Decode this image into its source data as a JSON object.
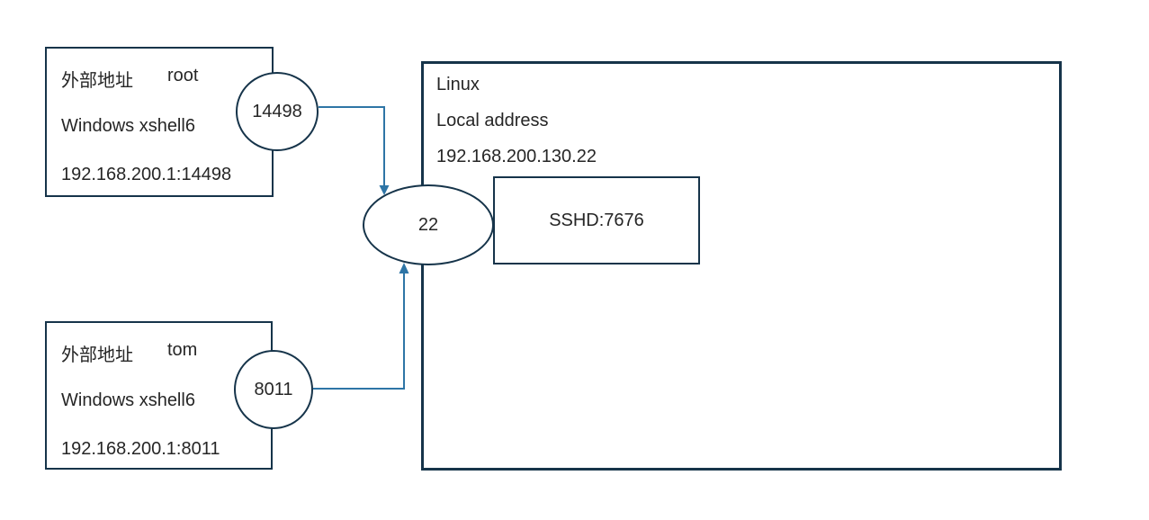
{
  "diagram": {
    "clients": [
      {
        "label_cn": "外部地址",
        "user": "root",
        "platform": "Windows xshell6",
        "address": "192.168.200.1:14498",
        "port_badge": "14498"
      },
      {
        "label_cn": "外部地址",
        "user": "tom",
        "platform": "Windows xshell6",
        "address": "192.168.200.1:8011",
        "port_badge": "8011"
      }
    ],
    "server": {
      "os": "Linux",
      "address_label": "Local address",
      "address": "192.168.200.130.22",
      "listen_port": "22",
      "daemon": "SSHD:7676"
    },
    "connections": [
      {
        "from_port": "14498",
        "to_port": "22"
      },
      {
        "from_port": "8011",
        "to_port": "22"
      }
    ],
    "colors": {
      "shape_border": "#16344a",
      "arrow": "#2e75a6",
      "text": "#262626",
      "background": "#ffffff"
    }
  }
}
